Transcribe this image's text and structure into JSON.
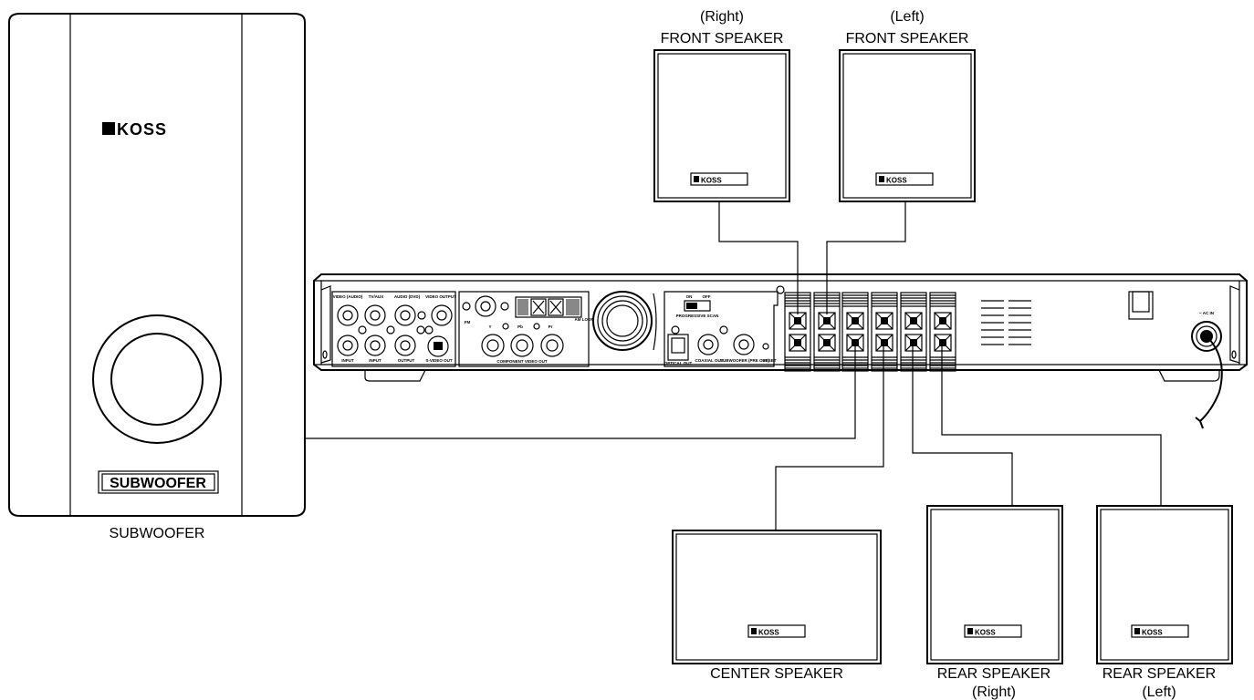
{
  "brand": "KOSS",
  "subwoofer": {
    "badge": "SUBWOOFER",
    "caption": "SUBWOOFER"
  },
  "front_right": {
    "line1": "(Right)",
    "line2": "FRONT SPEAKER"
  },
  "front_left": {
    "line1": "(Left)",
    "line2": "FRONT SPEAKER"
  },
  "center": {
    "caption": "CENTER SPEAKER"
  },
  "rear_right": {
    "line1": "REAR SPEAKER",
    "line2": "(Right)"
  },
  "rear_left": {
    "line1": "REAR SPEAKER",
    "line2": "(Left)"
  },
  "receiver": {
    "video_audio": "VIDEO (AUDIO)",
    "tv_aux": "TV/AUX",
    "audio_dvd": "AUDIO (DVD)",
    "video_output": "VIDEO OUTPUT",
    "input_1": "INPUT",
    "input_2": "INPUT",
    "output": "OUTPUT",
    "svideo_out": "S-VIDEO OUT",
    "fm": "FM",
    "am_loop": "AM LOOP",
    "y": "Y",
    "pb": "Pb",
    "pr": "Pr",
    "component_video_out": "COMPONENT VIDEO OUT",
    "on": "ON",
    "off": "OFF",
    "progressive_scan": "PROGRESSIVE SCAN",
    "optical_out": "OPTICAL OUT",
    "coaxial_out": "COAXIAL OUT",
    "subwoofer_pre_out": "SUBWOOFER (PRE OUT)",
    "reset": "RESET",
    "ac_in": "~ AC IN"
  }
}
